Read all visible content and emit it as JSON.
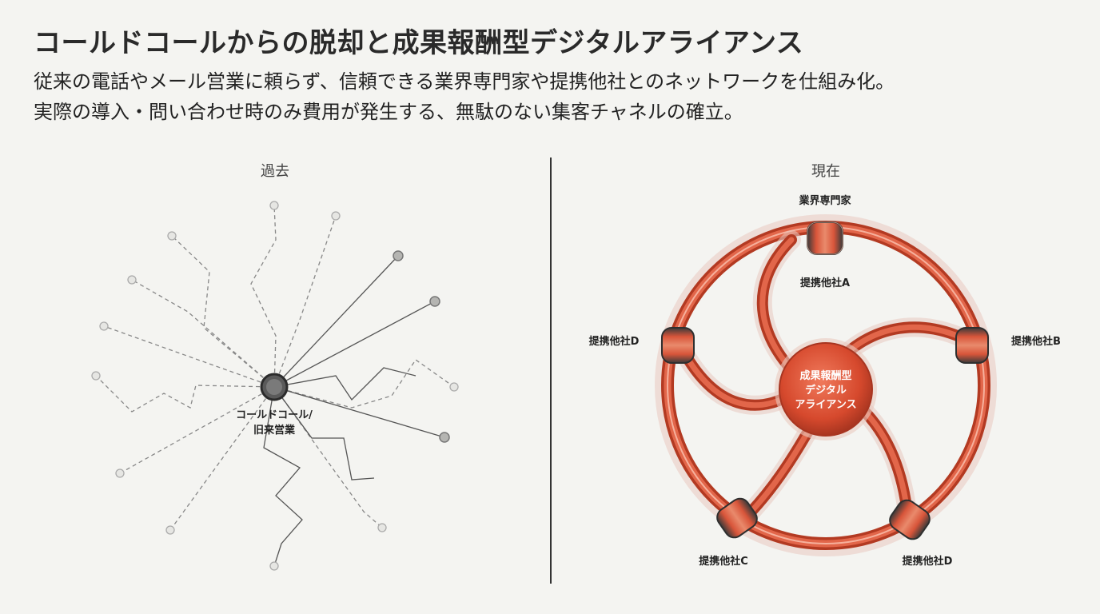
{
  "header": {
    "title": "コールドコールからの脱却と成果報酬型デジタルアライアンス",
    "subtitle_line1": "従来の電話やメール営業に頼らず、信頼できる業界専門家や提携他社とのネットワークを仕組み化。",
    "subtitle_line2": "実際の導入・問い合わせ時のみ費用が発生する、無駄のない集客チャネルの確立。"
  },
  "past": {
    "label": "過去",
    "center_label_line1": "コールドコール/",
    "center_label_line2": "旧来営業"
  },
  "present": {
    "label": "現在",
    "center_line1": "成果報酬型",
    "center_line2": "デジタル",
    "center_line3": "アライアンス",
    "nodes": {
      "top": "業界専門家",
      "inner_top": "提携他社A",
      "right": "提携他社B",
      "left": "提携他社D",
      "bottom_left": "提携他社C",
      "bottom_right": "提携他社D"
    }
  },
  "colors": {
    "ring_red": "#d8553a",
    "ring_dark": "#b33a22",
    "connector_gray": "#4a4a4a",
    "background": "#f4f4f1"
  }
}
